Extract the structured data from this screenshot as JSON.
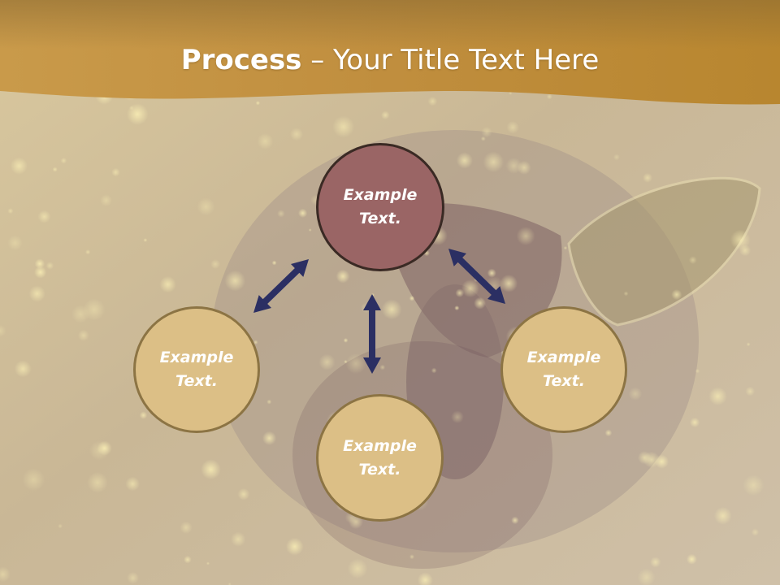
{
  "title": {
    "bold": "Process",
    "rest": " – Your Title Text Here"
  },
  "colors": {
    "header_band": "#c2903f",
    "primary_node": "#9a6565",
    "secondary_node": "#dcbf86",
    "arrow": "#2b2f63"
  },
  "nodes": [
    {
      "id": "top",
      "line1": "Example",
      "line2": "Text."
    },
    {
      "id": "left",
      "line1": "Example",
      "line2": "Text."
    },
    {
      "id": "bottom",
      "line1": "Example",
      "line2": "Text."
    },
    {
      "id": "right",
      "line1": "Example",
      "line2": "Text."
    }
  ]
}
